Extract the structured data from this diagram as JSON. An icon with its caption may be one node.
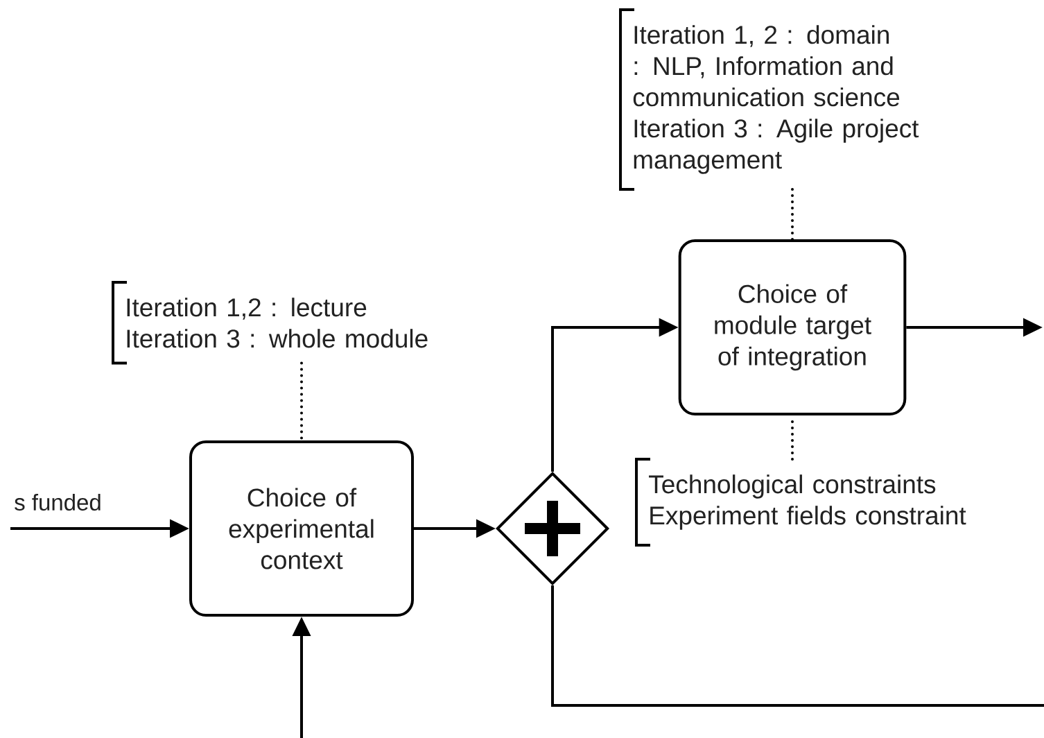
{
  "diagram": {
    "nodes": [
      {
        "text": [
          "Choice of experimental context"
        ]
      },
      {
        "text": [],
        "shape": "diamond"
      },
      {
        "text": [
          "Choice of module target of integration"
        ]
      },
      {
        "text": [
          "Iteration 1,2 : lecture",
          "Iteration 3 : whole module"
        ]
      },
      {
        "text": [
          "Iteration 1, 2 : domain : NLP, Information and communication science",
          "Iteration 3 : Agile project management"
        ]
      },
      {
        "text": [
          "Technological constraints",
          "Experiment fields constraint"
        ]
      }
    ],
    "edges": [
      {
        "from": null,
        "to": 0,
        "arrow": "to",
        "label": "s funded"
      },
      {
        "from": null,
        "to": 0,
        "arrow": "to"
      },
      {
        "from": 0,
        "to": 1,
        "arrow": "to"
      },
      {
        "from": 1,
        "to": 2,
        "arrow": "to"
      },
      {
        "from": 1,
        "to": null,
        "arrow": "none"
      },
      {
        "from": 2,
        "to": null,
        "arrow": "to"
      },
      {
        "from": 3,
        "to": 0,
        "arrow": "none",
        "style": "dashed"
      },
      {
        "from": 4,
        "to": 2,
        "arrow": "none",
        "style": "dashed"
      },
      {
        "from": 5,
        "to": 2,
        "arrow": "none",
        "style": "dashed"
      }
    ]
  }
}
